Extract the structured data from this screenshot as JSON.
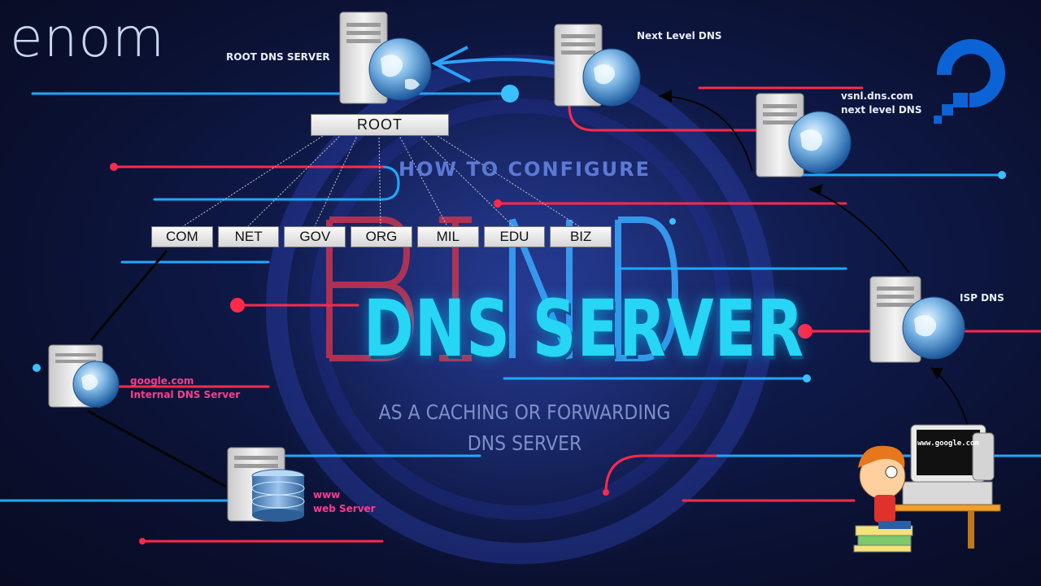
{
  "brand": {
    "logo_text": "enom"
  },
  "root": {
    "label": "ROOT",
    "server_label": "ROOT DNS SERVER"
  },
  "tlds": [
    "COM",
    "NET",
    "GOV",
    "ORG",
    "MIL",
    "EDU",
    "BIZ"
  ],
  "servers": {
    "next_level": {
      "label": "Next Level DNS"
    },
    "vsnl": {
      "line1": "vsnl.dns.com",
      "line2": "next level DNS"
    },
    "isp": {
      "label": "ISP DNS"
    },
    "internal": {
      "line1": "google.com",
      "line2": "Internal DNS Server"
    },
    "web": {
      "line1": "www",
      "line2": "web Server"
    }
  },
  "client": {
    "screen_text": "www.google.com"
  },
  "headline": {
    "how_to": "HOW TO CONFIGURE",
    "bind_watermark": "BIND",
    "title": "DNS SERVER",
    "subtitle_line1": "AS A CACHING OR FORWARDING",
    "subtitle_line2": "DNS SERVER"
  },
  "colors": {
    "title": "#27d5f5",
    "accent_blue": "#1fa8ff",
    "accent_red": "#ff2a4a",
    "label_pink": "#ff3b8e",
    "background": "#0a1030"
  }
}
